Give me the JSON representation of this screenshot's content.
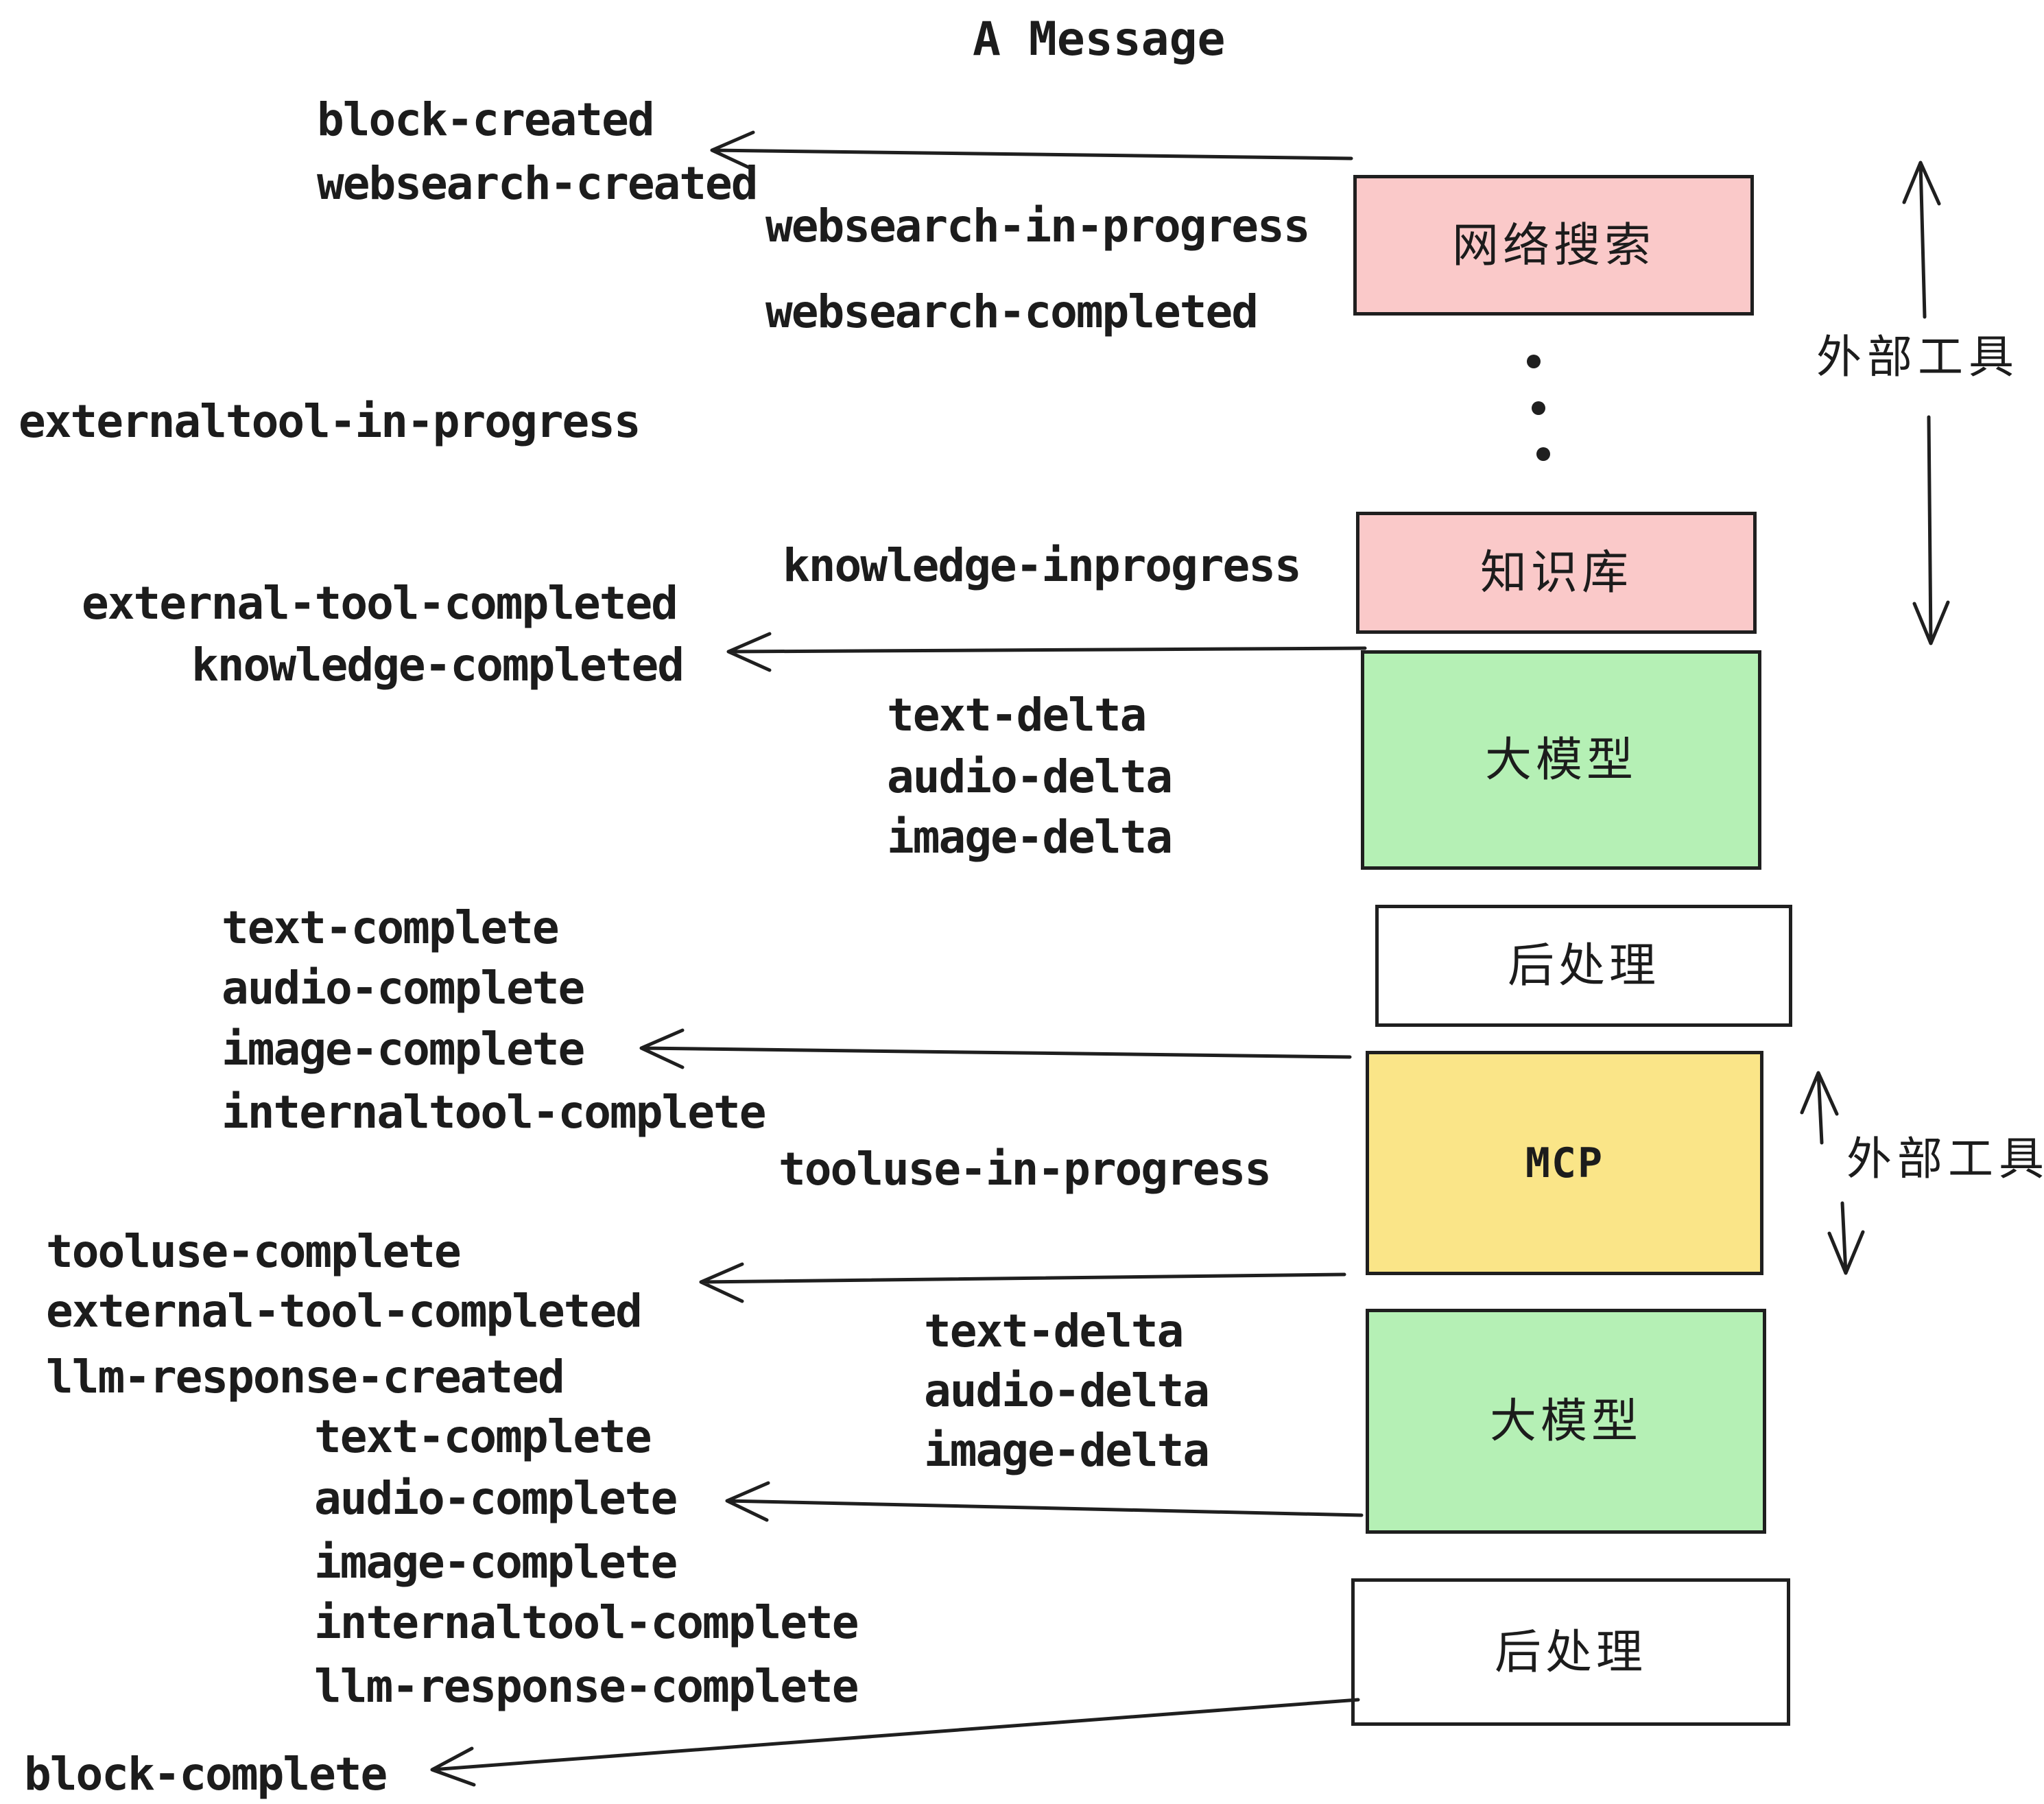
{
  "title": "A Message",
  "colors": {
    "ink": "#1C1C1C",
    "pink": "#FAC9C9",
    "green": "#B5F0B5",
    "yellow": "#FAE588",
    "white": "#FFFFFF",
    "background": "#FFFFFF"
  },
  "nodes": [
    {
      "id": "websearch",
      "label": "网络搜索",
      "color": "#FAC9C9"
    },
    {
      "id": "knowledge",
      "label": "知识库",
      "color": "#FAC9C9"
    },
    {
      "id": "llm-1",
      "label": "大模型",
      "color": "#B5F0B5"
    },
    {
      "id": "postprocess-1",
      "label": "后处理",
      "color": "#FFFFFF"
    },
    {
      "id": "mcp",
      "label": "MCP",
      "color": "#FAE588"
    },
    {
      "id": "llm-2",
      "label": "大模型",
      "color": "#B5F0B5"
    },
    {
      "id": "postprocess-2",
      "label": "后处理",
      "color": "#FFFFFF"
    }
  ],
  "side_labels": [
    {
      "text": "外部工具"
    },
    {
      "text": "外部工具"
    }
  ],
  "events": [
    {
      "text": "block-created"
    },
    {
      "text": "websearch-created"
    },
    {
      "text": "websearch-in-progress"
    },
    {
      "text": "websearch-completed"
    },
    {
      "text": "externaltool-in-progress"
    },
    {
      "text": "knowledge-inprogress"
    },
    {
      "text": "external-tool-completed"
    },
    {
      "text": "knowledge-completed"
    },
    {
      "text": "text-delta"
    },
    {
      "text": "audio-delta"
    },
    {
      "text": "image-delta"
    },
    {
      "text": "text-complete"
    },
    {
      "text": "audio-complete"
    },
    {
      "text": "image-complete"
    },
    {
      "text": "internaltool-complete"
    },
    {
      "text": "tooluse-in-progress"
    },
    {
      "text": "tooluse-complete"
    },
    {
      "text": "external-tool-completed"
    },
    {
      "text": "llm-response-created"
    },
    {
      "text": "text-complete"
    },
    {
      "text": "audio-complete"
    },
    {
      "text": "image-complete"
    },
    {
      "text": "internaltool-complete"
    },
    {
      "text": "llm-response-complete"
    },
    {
      "text": "text-delta"
    },
    {
      "text": "audio-delta"
    },
    {
      "text": "image-delta"
    },
    {
      "text": "block-complete"
    }
  ]
}
